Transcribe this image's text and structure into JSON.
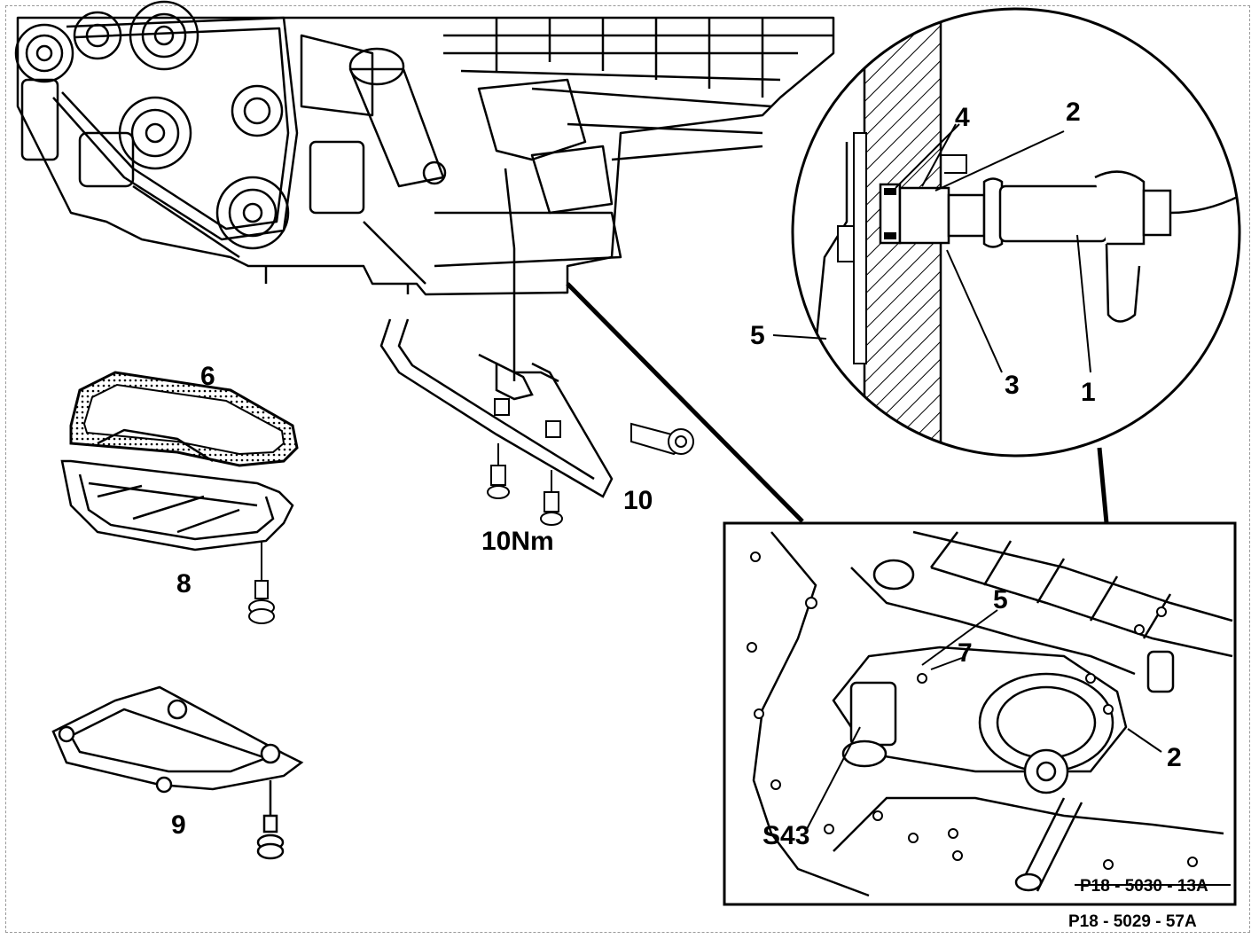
{
  "labels": {
    "n1": "1",
    "n2_detail": "2",
    "n3": "3",
    "n4": "4",
    "n5_detail": "5",
    "n6": "6",
    "n8": "8",
    "n9": "9",
    "n10": "10",
    "torque": "10Nm",
    "n5_inset": "5",
    "n7": "7",
    "n2_inset": "2",
    "s43": "S43"
  },
  "refs": {
    "inset": "P18 - 5030 - 13A",
    "figure": "P18 - 5029 - 57A"
  },
  "colors": {
    "ink": "#000000",
    "paper": "#ffffff",
    "frame": "#9a9a9a"
  }
}
